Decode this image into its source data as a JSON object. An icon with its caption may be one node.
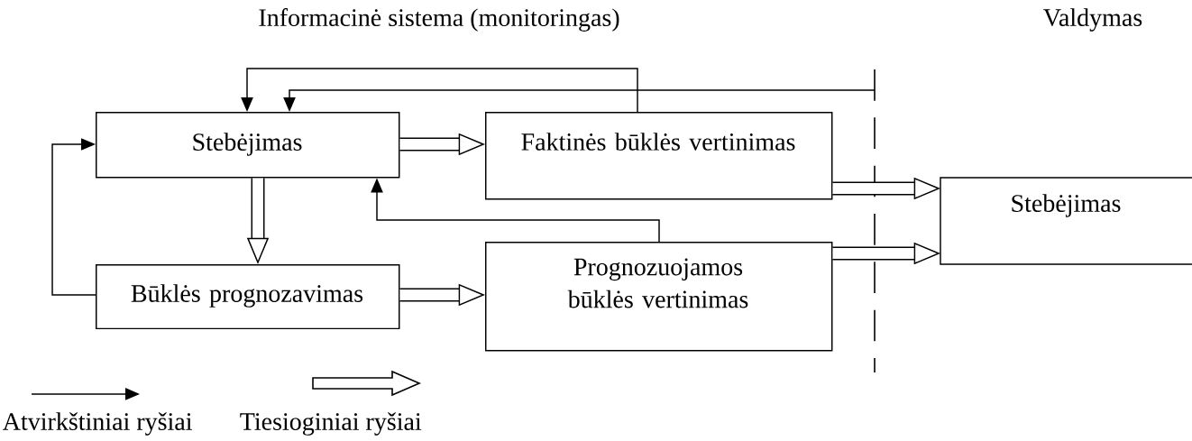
{
  "diagram": {
    "nodes": [
      {
        "text": [
          "Stebėjimas"
        ]
      },
      {
        "text": [
          "Faktinės būklės vertinimas"
        ]
      },
      {
        "text": [
          "Būklės prognozavimas"
        ]
      },
      {
        "text": [
          "Prognozuojamos būklės vertinimas"
        ]
      },
      {
        "text": [
          "Stebėjimas"
        ]
      }
    ],
    "edges": [
      {
        "from": 0,
        "to": 1,
        "arrow": "to"
      },
      {
        "from": 0,
        "to": 2,
        "arrow": "to"
      },
      {
        "from": 2,
        "to": 3,
        "arrow": "to"
      },
      {
        "from": 1,
        "to": 4,
        "arrow": "to"
      },
      {
        "from": 3,
        "to": 4,
        "arrow": "to"
      },
      {
        "from": 2,
        "to": 0,
        "arrow": "to"
      },
      {
        "from": 1,
        "to": 0,
        "arrow": "to"
      },
      {
        "from": null,
        "to": 0,
        "arrow": "to"
      },
      {
        "from": 3,
        "to": 0,
        "arrow": "to"
      }
    ],
    "labels": [
      "Informacinė sistema (monitoringas)",
      "Valdymas"
    ],
    "legend": [
      {
        "text": "Atvirkštiniai ryšiai"
      },
      {
        "text": "Tiesioginiai ryšiai"
      }
    ]
  }
}
